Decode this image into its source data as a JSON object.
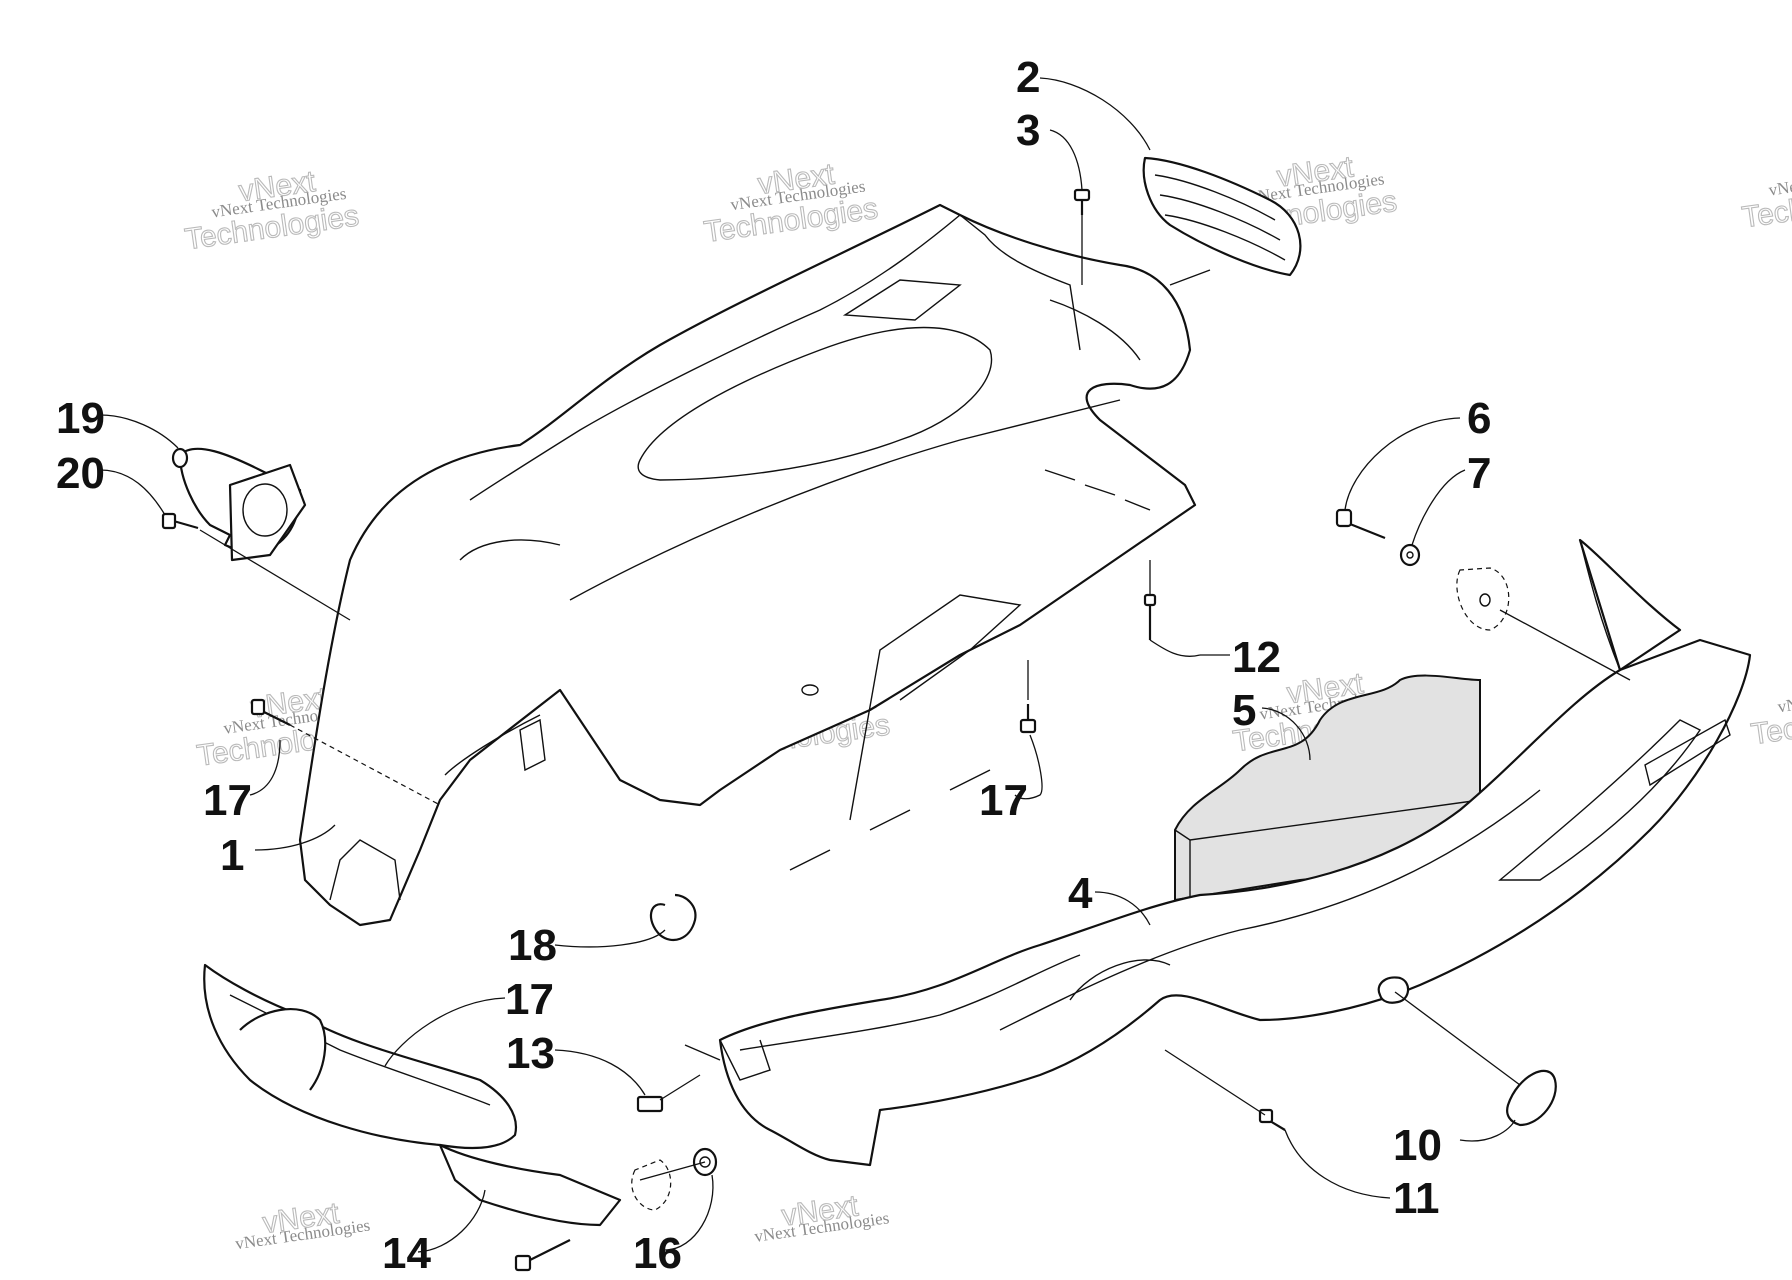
{
  "watermark": {
    "line1": "vNext Technologies",
    "line2": "vNext",
    "line3": "Technologies",
    "color": "#999999"
  },
  "callouts": {
    "c1": "1",
    "c2": "2",
    "c3": "3",
    "c4": "4",
    "c5": "5",
    "c6": "6",
    "c7": "7",
    "c10": "10",
    "c11": "11",
    "c12": "12",
    "c13": "13",
    "c14": "14",
    "c16": "16",
    "c17a": "17",
    "c17b": "17",
    "c17c": "17",
    "c18": "18",
    "c19": "19",
    "c20": "20"
  }
}
